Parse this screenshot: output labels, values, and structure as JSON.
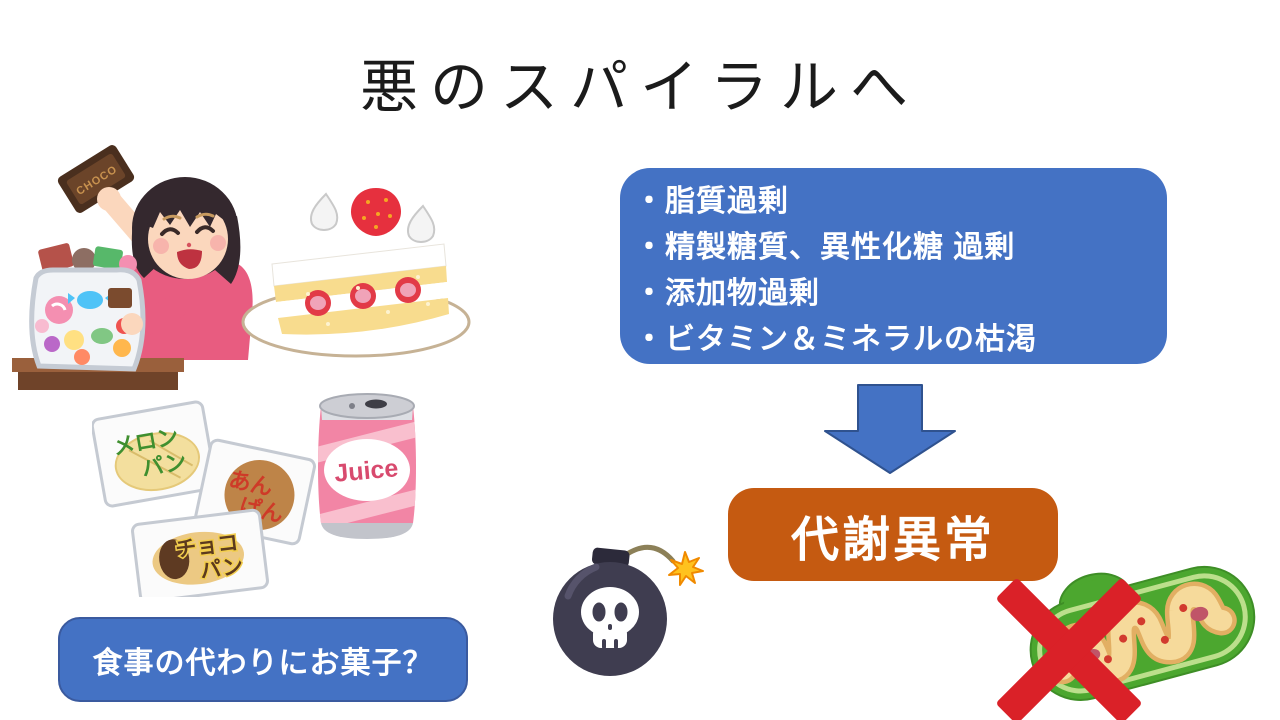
{
  "slide": {
    "title": "悪のスパイラルへ"
  },
  "factors_box": {
    "items": [
      "・脂質過剰",
      "・精製糖質、異性化糖 過剰",
      "・添加物過剰",
      "・ビタミン＆ミネラルの枯渇"
    ]
  },
  "result_box": {
    "label": "代謝異常"
  },
  "question_box": {
    "label": "食事の代わりにお菓子？"
  },
  "illustrations": {
    "girl": {
      "choco_bar_label": "CHOCO"
    },
    "breads": {
      "melon_line1": "メロン",
      "melon_line2": "パン",
      "anpan_line1": "あん",
      "anpan_line2": "ぱん",
      "chocopan_line1": "チョコ",
      "chocopan_line2": "パン"
    },
    "juice": {
      "label": "Juice"
    }
  },
  "colors": {
    "box_blue": "#4472C4",
    "box_blue_border": "#3A5A9F",
    "arrow_blue": "#4472C4",
    "arrow_border": "#2F528F",
    "box_orange": "#C55A11",
    "cross_red": "#DA2128",
    "text_white": "#FFFFFF",
    "title_black": "#1B1B1B"
  }
}
